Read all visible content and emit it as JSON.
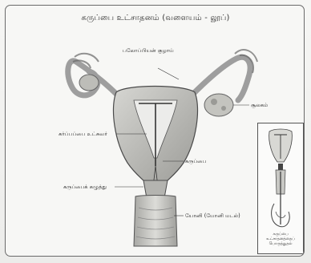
{
  "diagram": {
    "title": "கருப்பை உட்சாதனம் (வளையம் - லூப்)",
    "labels": {
      "fallopian_tube": "பலோப்பியன் குழாய்",
      "ovary": "சூலகம்",
      "uterine_wall": "கர்ப்பப்பை உட்சுவர்",
      "uterus": "கருப்பை",
      "cervix": "கருப்பைக் கழுத்து",
      "vagina": "யோனி (யோனி மடல்)"
    },
    "inset": {
      "caption": "கருப்பை உட்சாதனத்தைப் பொருத்துதல்"
    }
  }
}
